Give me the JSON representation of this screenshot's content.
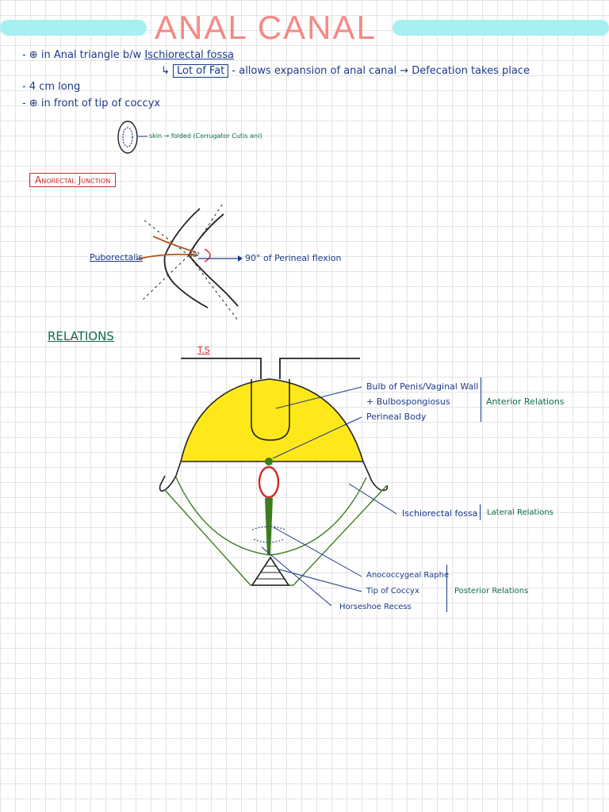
{
  "header": {
    "title": "ANAL CANAL",
    "bar_color": "#a7f0f2",
    "title_color": "#f48a84"
  },
  "notes": {
    "line1": "- ⊕ in Anal triangle b/w",
    "line1_fossa": "Ischiorectal fossa",
    "line2_arrow": "↳",
    "line2_boxed": "Lot of Fat",
    "line2_rest": "- allows expansion of anal canal → Defecation takes place",
    "line3": "- 4 cm long",
    "line4": "- ⊕ in front of tip of coccyx"
  },
  "small_label": "skin → folded (Corrugator Cutis ani)",
  "sections": {
    "anorectal_junction": "Anorectal Junction",
    "relations": "RELATIONS",
    "ts": "T.S"
  },
  "angle_diagram": {
    "puborectalis": "Puborectalis",
    "angle": "90°",
    "perineal_flexion": "90° of Perineal flexion"
  },
  "relations_labels": {
    "bulb": "Bulb of Penis/Vaginal Wall",
    "bulbo": "+ Bulbospongiosus",
    "perineal_body": "Perineal Body",
    "anterior": "Anterior Relations",
    "ischiorectal": "Ischiorectal fossa",
    "lateral": "Lateral Relations",
    "anococcygeal": "Anococcygeal Raphe",
    "tip_coccyx": "Tip of Coccyx",
    "horseshoe": "Horseshoe Recess",
    "posterior": "Posterior Relations"
  },
  "colors": {
    "blue_ink": "#1a3a8a",
    "green_ink": "#0e6b45",
    "red_ink": "#d12b2b",
    "yellow_fill": "#ffe81a",
    "brown": "#b5571d",
    "muscle_green": "#3d7d1f"
  }
}
